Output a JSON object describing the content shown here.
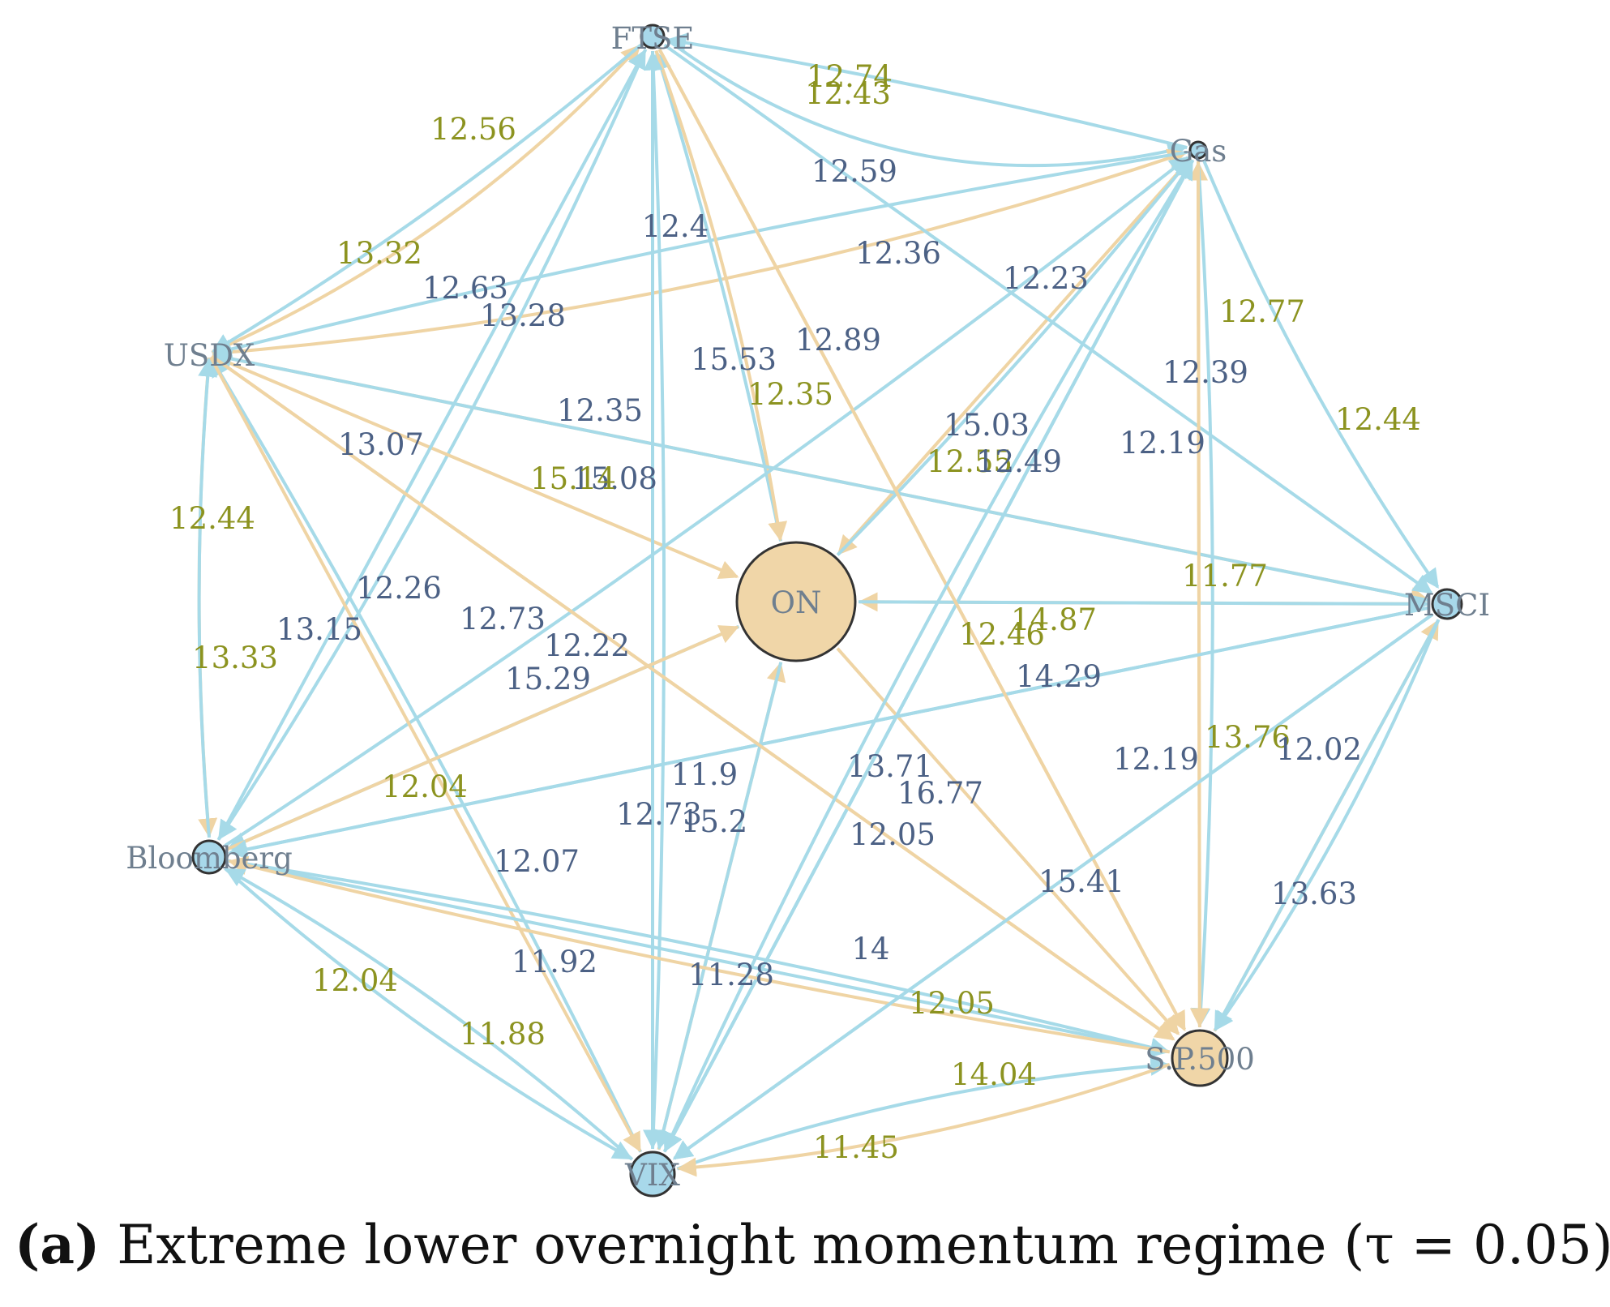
{
  "colors": {
    "blue_edge": "#a6dae8",
    "tan_edge": "#efd4a4",
    "blue_label": "#4c6185",
    "olive_label": "#8c9320",
    "tan_node": "#f0d6a8",
    "blue_node": "#a8d8ea",
    "node_text": "#6f7f8f",
    "node_stroke": "#333333"
  },
  "nodes": [
    {
      "id": "FTSE",
      "label": "FTSE",
      "fill": "blue"
    },
    {
      "id": "Gas",
      "label": "Gas",
      "fill": "blue"
    },
    {
      "id": "USDX",
      "label": "USDX",
      "fill": "none"
    },
    {
      "id": "MSCI",
      "label": "MSCI",
      "fill": "blue"
    },
    {
      "id": "ON",
      "label": "ON",
      "fill": "tan"
    },
    {
      "id": "Bloomberg",
      "label": "Bloomberg",
      "fill": "blue"
    },
    {
      "id": "SP500",
      "label": "S.P.500",
      "fill": "tan"
    },
    {
      "id": "VIX",
      "label": "VIX",
      "fill": "blue"
    }
  ],
  "edges": [
    {
      "from": "USDX",
      "to": "FTSE",
      "color": "tan",
      "curve": 0.1,
      "label": "12.56",
      "label_color": "olive"
    },
    {
      "from": "FTSE",
      "to": "USDX",
      "color": "blue",
      "curve": -0.04,
      "label": "13.32",
      "label_color": "olive"
    },
    {
      "from": "FTSE",
      "to": "Gas",
      "color": "blue",
      "curve": 0.22,
      "label": "12.74",
      "label_color": "olive"
    },
    {
      "from": "Gas",
      "to": "FTSE",
      "color": "blue",
      "curve": 0.02,
      "label": "12.43",
      "label_color": "olive"
    },
    {
      "from": "USDX",
      "to": "Gas",
      "color": "tan",
      "curve": 0.06,
      "label": "12.59",
      "label_color": "blue"
    },
    {
      "from": "Gas",
      "to": "USDX",
      "color": "blue",
      "curve": 0.02,
      "label": "12.36",
      "label_color": "blue"
    },
    {
      "from": "FTSE",
      "to": "Bloomberg",
      "color": "blue",
      "curve": -0.04,
      "label": "12.63",
      "label_color": "blue"
    },
    {
      "from": "USDX",
      "to": "ON",
      "color": "tan",
      "curve": 0.0,
      "label": "13.07",
      "label_color": "blue"
    },
    {
      "from": "ON",
      "to": "FTSE",
      "color": "blue",
      "curve": 0.02,
      "label": "12.4",
      "label_color": "blue"
    },
    {
      "from": "FTSE",
      "to": "ON",
      "color": "tan",
      "curve": -0.04,
      "label": "15.53",
      "label_color": "blue"
    },
    {
      "from": "Bloomberg",
      "to": "Gas",
      "color": "blue",
      "curve": 0.02,
      "label": "12.89",
      "label_color": "blue"
    },
    {
      "from": "Gas",
      "to": "ON",
      "color": "tan",
      "curve": 0.0,
      "label": "12.23",
      "label_color": "blue"
    },
    {
      "from": "USDX",
      "to": "MSCI",
      "color": "tan",
      "curve": 0.0,
      "label": "12.35",
      "label_color": "olive"
    },
    {
      "from": "VIX",
      "to": "FTSE",
      "color": "blue",
      "curve": 0.02,
      "label": "12.35",
      "label_color": "blue"
    },
    {
      "from": "ON",
      "to": "Gas",
      "color": "blue",
      "curve": 0.02,
      "label": "15.03",
      "label_color": "blue"
    },
    {
      "from": "FTSE",
      "to": "MSCI",
      "color": "blue",
      "curve": 0.0,
      "label": "12.39",
      "label_color": "blue"
    },
    {
      "from": "Gas",
      "to": "MSCI",
      "color": "blue",
      "curve": 0.05,
      "label": "12.44",
      "label_color": "olive"
    },
    {
      "from": "SP500",
      "to": "Gas",
      "color": "tan",
      "curve": 0.0,
      "label": "12.77",
      "label_color": "olive"
    },
    {
      "from": "Gas",
      "to": "SP500",
      "color": "blue",
      "curve": -0.03,
      "label": "12.19",
      "label_color": "blue"
    },
    {
      "from": "FTSE",
      "to": "SP500",
      "color": "tan",
      "curve": 0.0,
      "label": "12.55",
      "label_color": "olive"
    },
    {
      "from": "Gas",
      "to": "VIX",
      "color": "blue",
      "curve": 0.0,
      "label": "12.49",
      "label_color": "blue"
    },
    {
      "from": "USDX",
      "to": "Bloomberg",
      "color": "tan",
      "curve": 0.04,
      "label": "12.44",
      "label_color": "olive"
    },
    {
      "from": "Bloomberg",
      "to": "USDX",
      "color": "blue",
      "curve": -0.04,
      "label": "13.33",
      "label_color": "olive"
    },
    {
      "from": "Bloomberg",
      "to": "FTSE",
      "color": "blue",
      "curve": 0.0,
      "label": "13.28",
      "label_color": "blue"
    },
    {
      "from": "VIX",
      "to": "USDX",
      "color": "blue",
      "curve": 0.02,
      "label": "13.15",
      "label_color": "blue"
    },
    {
      "from": "USDX",
      "to": "VIX",
      "color": "tan",
      "curve": 0.0,
      "label": "12.26",
      "label_color": "blue"
    },
    {
      "from": "USDX",
      "to": "SP500",
      "color": "tan",
      "curve": 0.0,
      "label": "12.73",
      "label_color": "blue"
    },
    {
      "from": "FTSE",
      "to": "VIX",
      "color": "blue",
      "curve": 0.0,
      "label": "12.22",
      "label_color": "blue"
    },
    {
      "from": "ON",
      "to": "Bloomberg",
      "color": "blue",
      "curve": 0.0,
      "label": "15.29",
      "label_color": "blue"
    },
    {
      "from": "MSCI",
      "to": "USDX",
      "color": "blue",
      "curve": 0.0,
      "label": "15.08",
      "label_color": "blue"
    },
    {
      "from": "VIX",
      "to": "ON",
      "color": "tan",
      "curve": 0.0,
      "label": "15.14",
      "label_color": "olive"
    },
    {
      "from": "MSCI",
      "to": "ON",
      "color": "tan",
      "curve": 0.0,
      "label": "11.77",
      "label_color": "olive"
    },
    {
      "from": "MSCI",
      "to": "Bloomberg",
      "color": "blue",
      "curve": 0.0,
      "label": "12.46",
      "label_color": "olive"
    },
    {
      "from": "ON",
      "to": "MSCI",
      "color": "blue",
      "curve": 0.0,
      "label": "14.87",
      "label_color": "olive"
    },
    {
      "from": "MSCI",
      "to": "VIX",
      "color": "blue",
      "curve": 0.0,
      "label": "14.29",
      "label_color": "blue"
    },
    {
      "from": "SP500",
      "to": "MSCI",
      "color": "tan",
      "curve": 0.0,
      "label": "13.76",
      "label_color": "olive"
    },
    {
      "from": "MSCI",
      "to": "SP500",
      "color": "blue",
      "curve": 0.0,
      "label": "12.02",
      "label_color": "blue"
    },
    {
      "from": "MSCI",
      "to": "SP500",
      "color": "blue",
      "curve": -0.05,
      "label": "13.63",
      "label_color": "blue"
    },
    {
      "from": "Bloomberg",
      "to": "ON",
      "color": "tan",
      "curve": 0.0,
      "label": "12.04",
      "label_color": "olive"
    },
    {
      "from": "ON",
      "to": "SP500",
      "color": "tan",
      "curve": 0.0,
      "label": "16.77",
      "label_color": "blue"
    },
    {
      "from": "Gas",
      "to": "SP500",
      "color": "tan",
      "curve": 0.0,
      "label": "13.71",
      "label_color": "blue"
    },
    {
      "from": "ON",
      "to": "VIX",
      "color": "blue",
      "curve": 0.0,
      "label": "11.9",
      "label_color": "blue"
    },
    {
      "from": "VIX",
      "to": "Gas",
      "color": "blue",
      "curve": 0.0,
      "label": "12.19",
      "label_color": "blue"
    },
    {
      "from": "MSCI",
      "to": "Bloomberg",
      "color": "blue",
      "curve": 0.0,
      "label": "12.73",
      "label_color": "blue"
    },
    {
      "from": "Gas",
      "to": "VIX",
      "color": "blue",
      "curve": 0.0,
      "label": "15.2",
      "label_color": "blue"
    },
    {
      "from": "FTSE",
      "to": "SP500",
      "color": "tan",
      "curve": 0.0,
      "label": "12.05",
      "label_color": "blue"
    },
    {
      "from": "USDX",
      "to": "SP500",
      "color": "tan",
      "curve": 0.0,
      "label": "15.41",
      "label_color": "blue"
    },
    {
      "from": "Bloomberg",
      "to": "SP500",
      "color": "blue",
      "curve": 0.0,
      "label": "12.07",
      "label_color": "blue"
    },
    {
      "from": "Bloomberg",
      "to": "SP500",
      "color": "blue",
      "curve": -0.02,
      "label": "14",
      "label_color": "blue"
    },
    {
      "from": "SP500",
      "to": "Bloomberg",
      "color": "tan",
      "curve": -0.02,
      "label": "11.92",
      "label_color": "blue"
    },
    {
      "from": "Gas",
      "to": "VIX",
      "color": "blue",
      "curve": 0.03,
      "label": "11.28",
      "label_color": "blue"
    },
    {
      "from": "Bloomberg",
      "to": "VIX",
      "color": "blue",
      "curve": 0.05,
      "label": "11.88",
      "label_color": "olive"
    },
    {
      "from": "VIX",
      "to": "Bloomberg",
      "color": "blue",
      "curve": 0.05,
      "label": "12.04",
      "label_color": "olive"
    },
    {
      "from": "VIX",
      "to": "SP500",
      "color": "blue",
      "curve": -0.06,
      "label": "14.04",
      "label_color": "olive"
    },
    {
      "from": "SP500",
      "to": "VIX",
      "color": "tan",
      "curve": -0.06,
      "label": "11.45",
      "label_color": "olive"
    },
    {
      "from": "MSCI",
      "to": "VIX",
      "color": "blue",
      "curve": 0.0,
      "label": "12.05",
      "label_color": "olive"
    }
  ],
  "caption": {
    "tag": "(a)",
    "text": " Extreme lower overnight momentum regime (τ = 0.05)"
  }
}
